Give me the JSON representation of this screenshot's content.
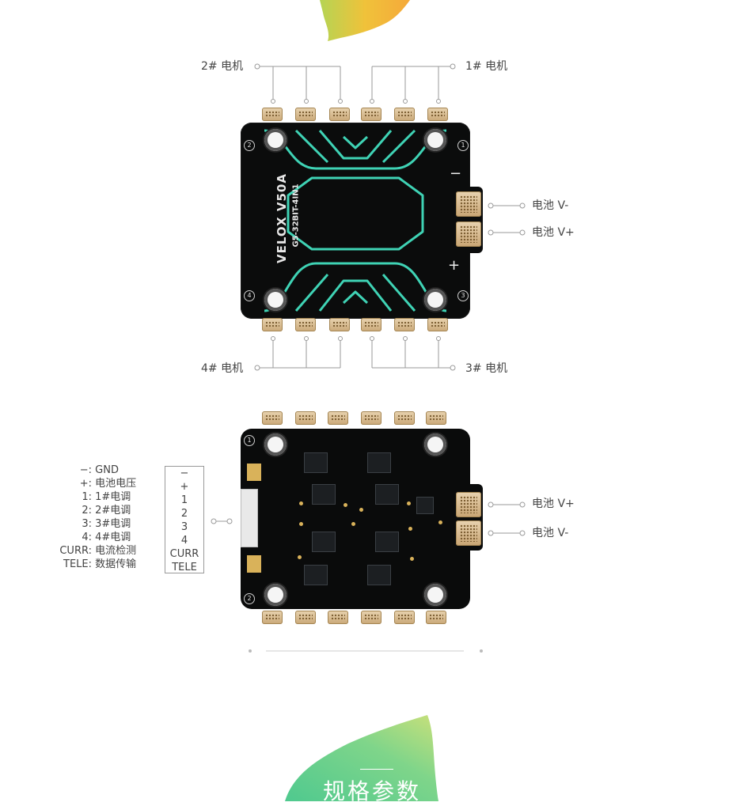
{
  "motor_labels": {
    "m2": "2# 电机",
    "m1": "1# 电机",
    "m4": "4# 电机",
    "m3": "3# 电机"
  },
  "battery_labels": {
    "top_neg": "电池 V-",
    "top_pos": "电池 V+",
    "bottom_pos": "电池 V+",
    "bottom_neg": "电池 V-"
  },
  "board_marks": {
    "brand": "VELOX V50A",
    "model": "G5-32BIT-4IN1",
    "minus": "−",
    "plus": "+",
    "corners_top": [
      "2",
      "1",
      "4",
      "3"
    ],
    "corners_bottom": [
      "1",
      "2"
    ]
  },
  "pin_legend": [
    {
      "key": "−:",
      "desc": "GND",
      "pin": "−"
    },
    {
      "key": "+:",
      "desc": "电池电压",
      "pin": "+"
    },
    {
      "key": "1:",
      "desc": "1#电调",
      "pin": "1"
    },
    {
      "key": "2:",
      "desc": "2#电调",
      "pin": "2"
    },
    {
      "key": "3:",
      "desc": "3#电调",
      "pin": "3"
    },
    {
      "key": "4:",
      "desc": "4#电调",
      "pin": "4"
    },
    {
      "key": "CURR:",
      "desc": "电流检测",
      "pin": "CURR"
    },
    {
      "key": "TELE:",
      "desc": "数据传输",
      "pin": "TELE"
    }
  ],
  "section_title": "规格参数",
  "colors": {
    "accent_top": "#f2c13a",
    "accent_bottom": "#6fd49a",
    "trace_teal": "#3fd3b5",
    "pad_gold": "#d9bd8c"
  }
}
